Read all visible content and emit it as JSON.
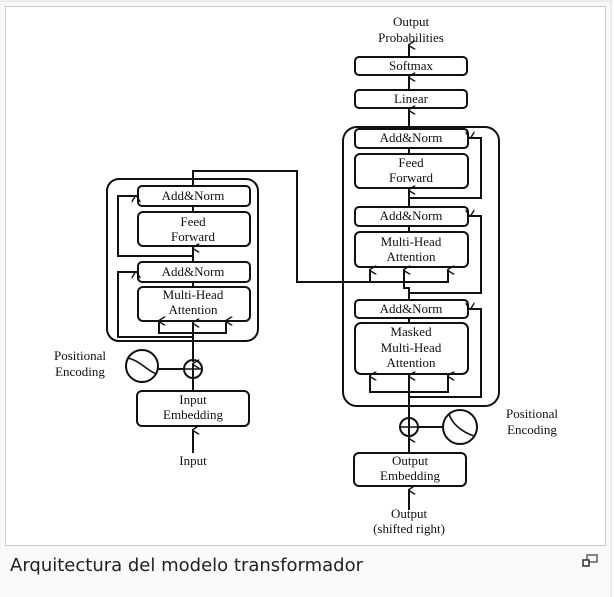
{
  "figure": {
    "caption": "Arquitectura del modelo transformador",
    "enlarge_icon": "magnify-clip-icon"
  },
  "encoder": {
    "input_label": "Input",
    "embedding": [
      "Input",
      "Embedding"
    ],
    "positional_encoding": [
      "Positional",
      "Encoding"
    ],
    "attention": [
      "Multi-Head",
      "Attention"
    ],
    "add_norm_1": "Add&Norm",
    "feed_forward": [
      "Feed",
      "Forward"
    ],
    "add_norm_2": "Add&Norm"
  },
  "decoder": {
    "output_label": [
      "Output",
      "(shifted right)"
    ],
    "embedding": [
      "Output",
      "Embedding"
    ],
    "positional_encoding": [
      "Positional",
      "Encoding"
    ],
    "masked_attention": [
      "Masked",
      "Multi-Head",
      "Attention"
    ],
    "add_norm_1": "Add&Norm",
    "attention": [
      "Multi-Head",
      "Attention"
    ],
    "add_norm_2": "Add&Norm",
    "feed_forward": [
      "Feed",
      "Forward"
    ],
    "add_norm_3": "Add&Norm"
  },
  "head": {
    "linear": "Linear",
    "softmax": "Softmax",
    "output_probabilities": [
      "Output",
      "Probabilities"
    ]
  }
}
